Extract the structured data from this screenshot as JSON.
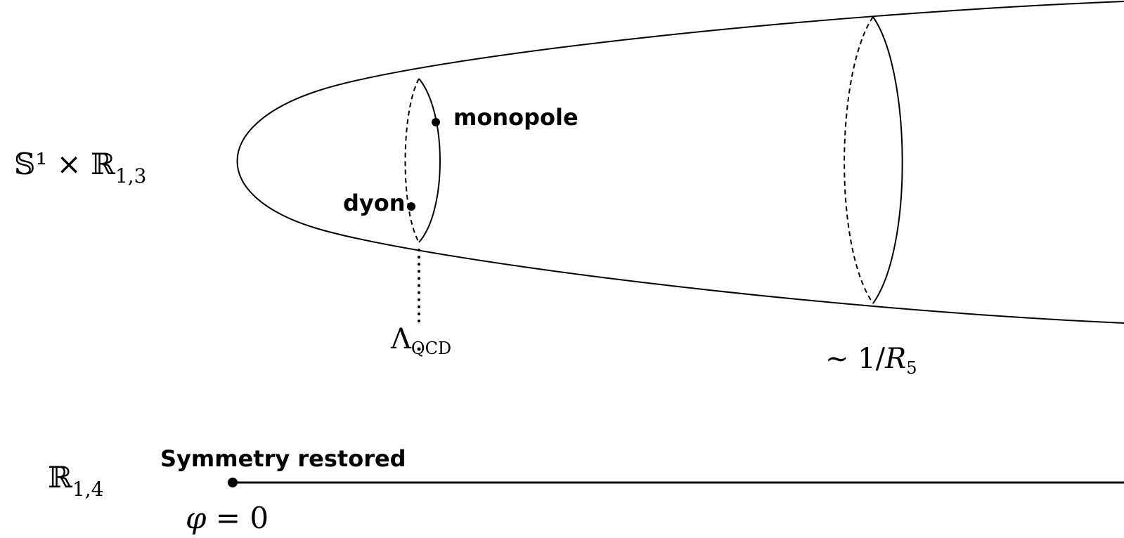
{
  "labels": {
    "compactified_space": "𝕊¹ × ℝ",
    "compactified_space_sub": "1,3",
    "monopole": "monopole",
    "dyon": "dyon",
    "lambda": "Λ",
    "lambda_sub": "QCD",
    "scale_prefix": "∼ 1/",
    "scale_var": "R",
    "scale_sub": "5",
    "flat_space": "ℝ",
    "flat_space_sub": "1,4",
    "symmetry_restored": "Symmetry restored",
    "phi_var": "φ",
    "phi_rest": " = 0"
  }
}
